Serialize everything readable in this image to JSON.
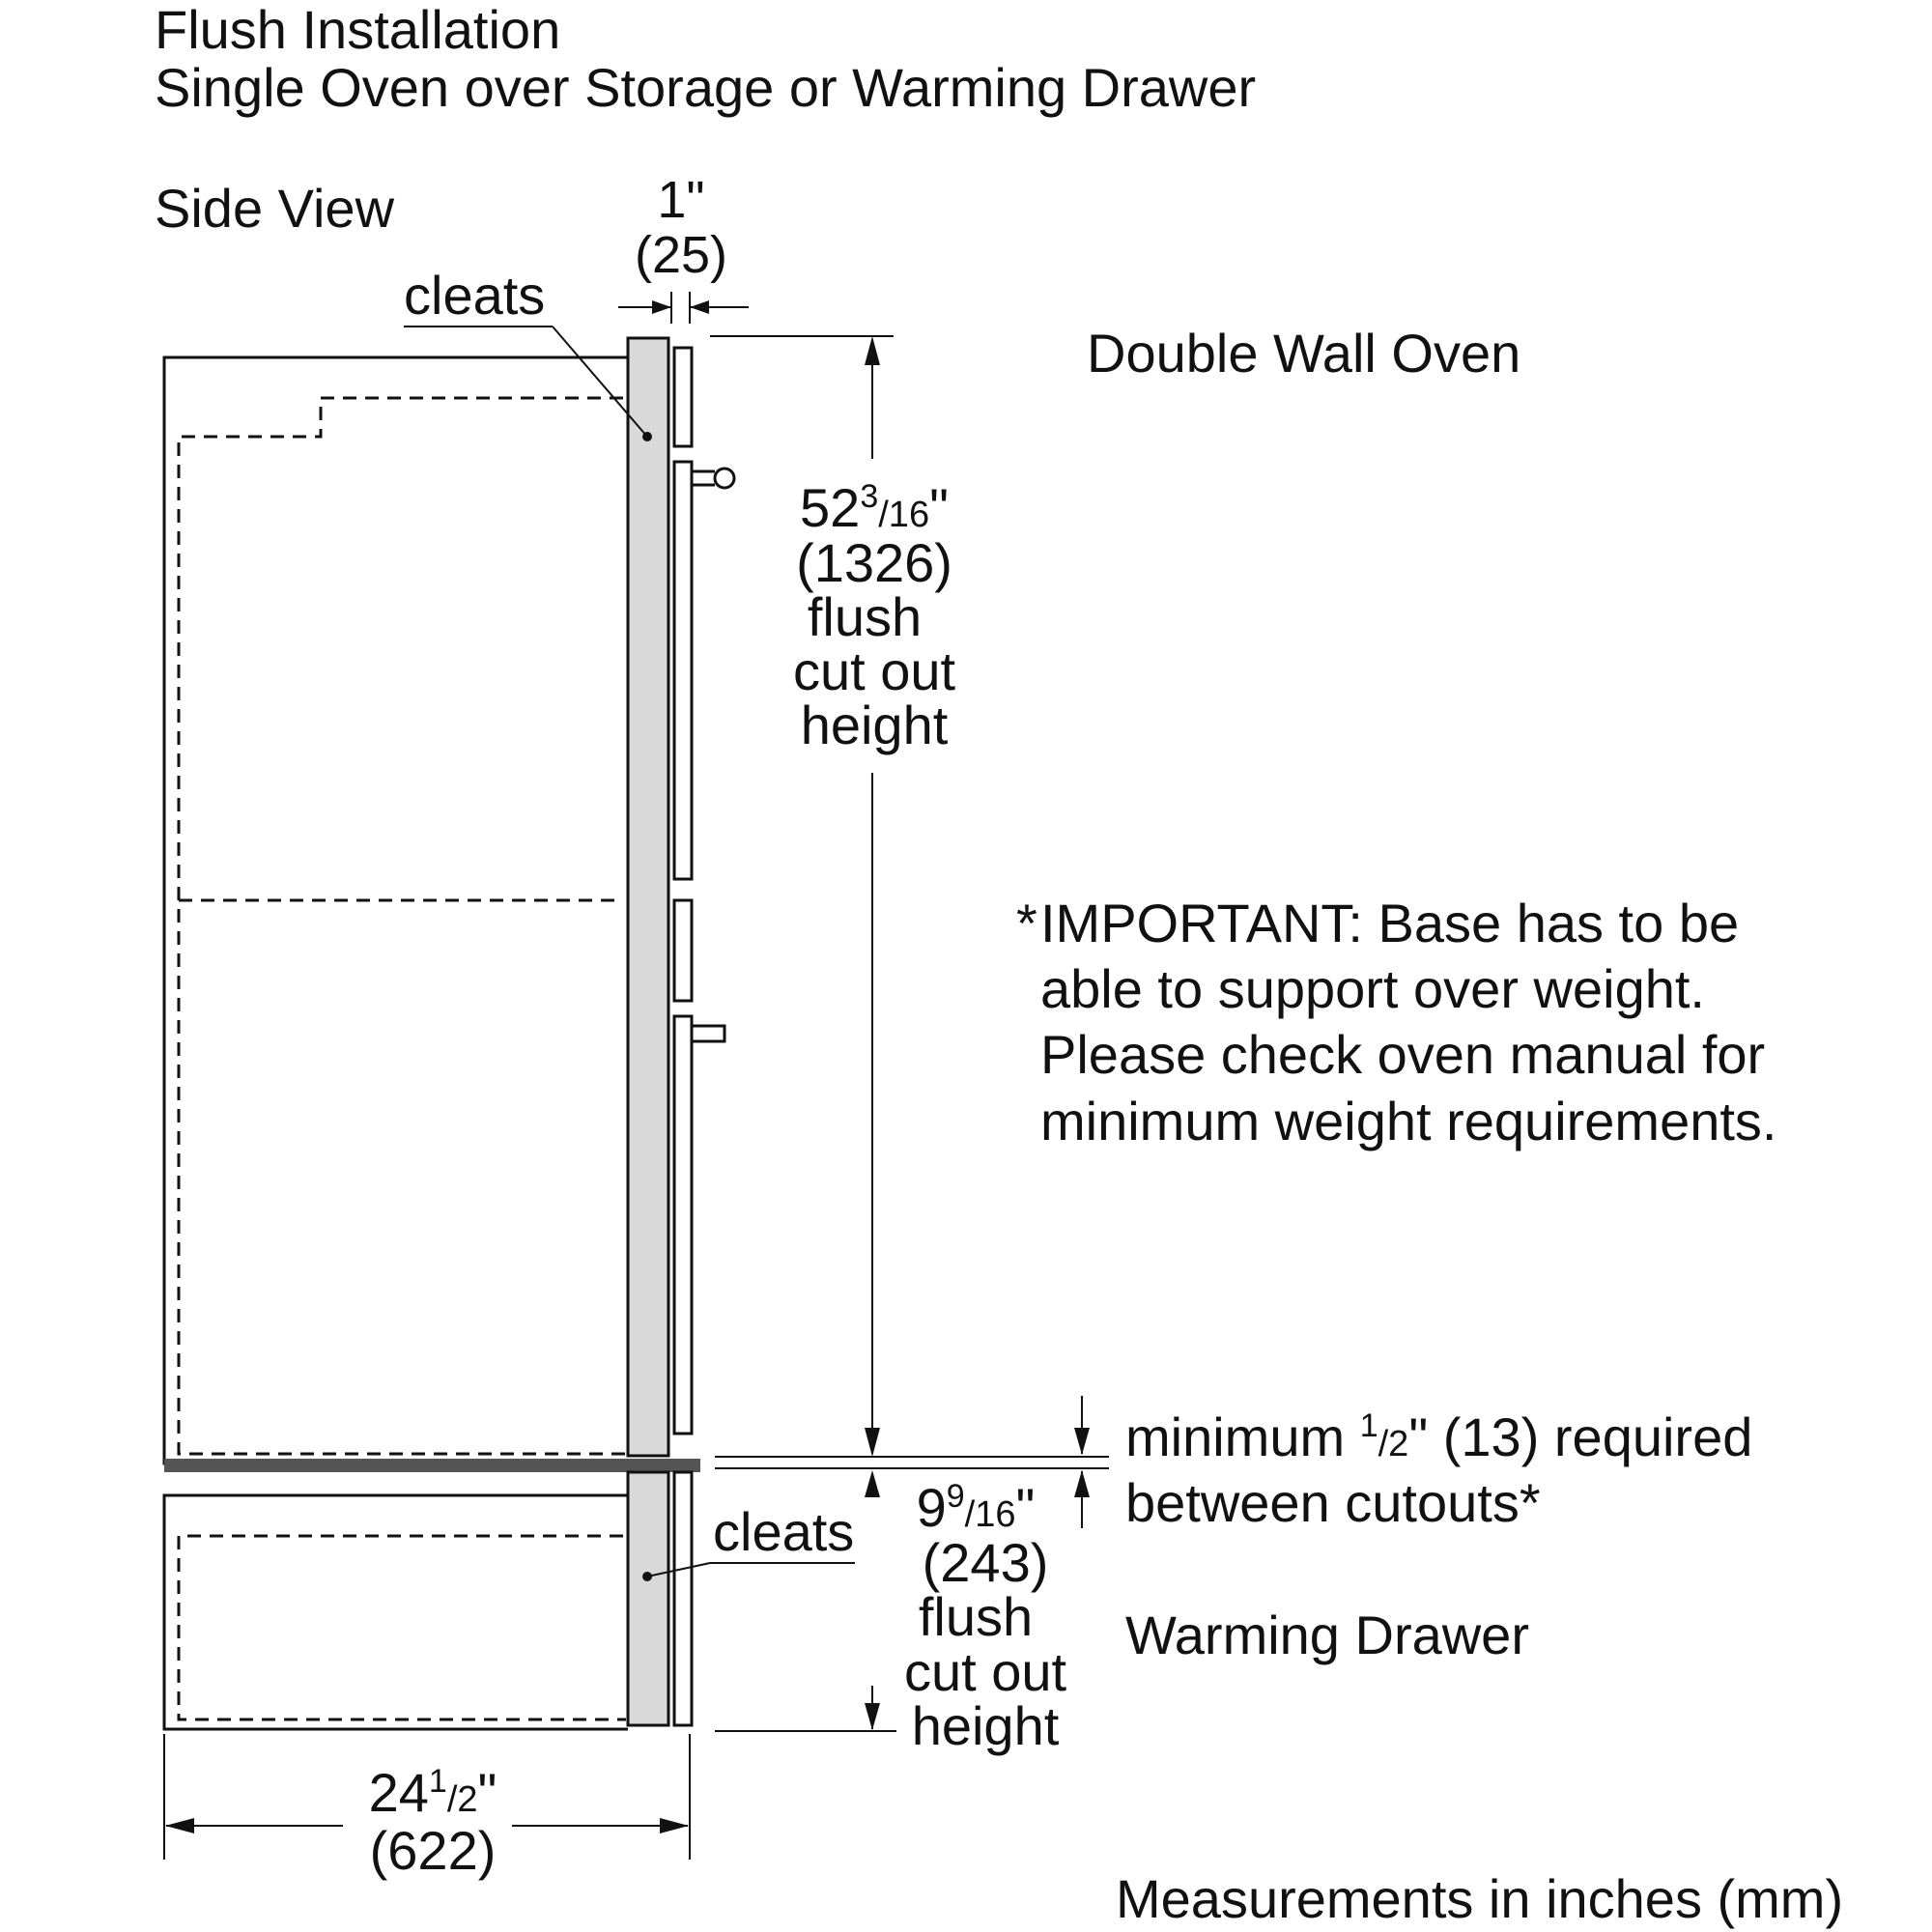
{
  "header": {
    "line1": "Flush Installation",
    "line2": "Single Oven over Storage or Warming Drawer",
    "view": "Side View"
  },
  "labels": {
    "cleats_top": "cleats",
    "cleats_bottom": "cleats",
    "double_wall_oven": "Double Wall Oven",
    "warming_drawer": "Warming Drawer",
    "measurements_note": "Measurements in inches (mm)"
  },
  "dims": {
    "gap": {
      "inch": "1\"",
      "mm": "(25)"
    },
    "oven_cutout": {
      "whole": "52",
      "num": "3",
      "slash_den": "/16",
      "quote": "\"",
      "mm": "(1326)",
      "l1": "flush",
      "l2": "cut out",
      "l3": "height"
    },
    "drawer_cutout": {
      "whole": "9",
      "num": "9",
      "slash_den": "/16",
      "quote": "\"",
      "mm": "(243)",
      "l1": "flush",
      "l2": "cut out",
      "l3": "height"
    },
    "depth": {
      "whole": "24",
      "num": "1",
      "slash_den": "/2",
      "quote": "\"",
      "mm": "(622)"
    },
    "between_cutouts": {
      "pre": "minimum ",
      "num": "1",
      "slash_den": "/2",
      "post": "\" (13) required",
      "line2": "between cutouts*"
    }
  },
  "important_note": {
    "star": "*",
    "line1": "IMPORTANT: Base has to be",
    "line2": "able to support over weight.",
    "line3": "Please check oven manual for",
    "line4": "minimum weight requirements."
  },
  "colors": {
    "line": "#111111",
    "panel_fill": "#d9d9d9",
    "base_bar": "#555555"
  }
}
